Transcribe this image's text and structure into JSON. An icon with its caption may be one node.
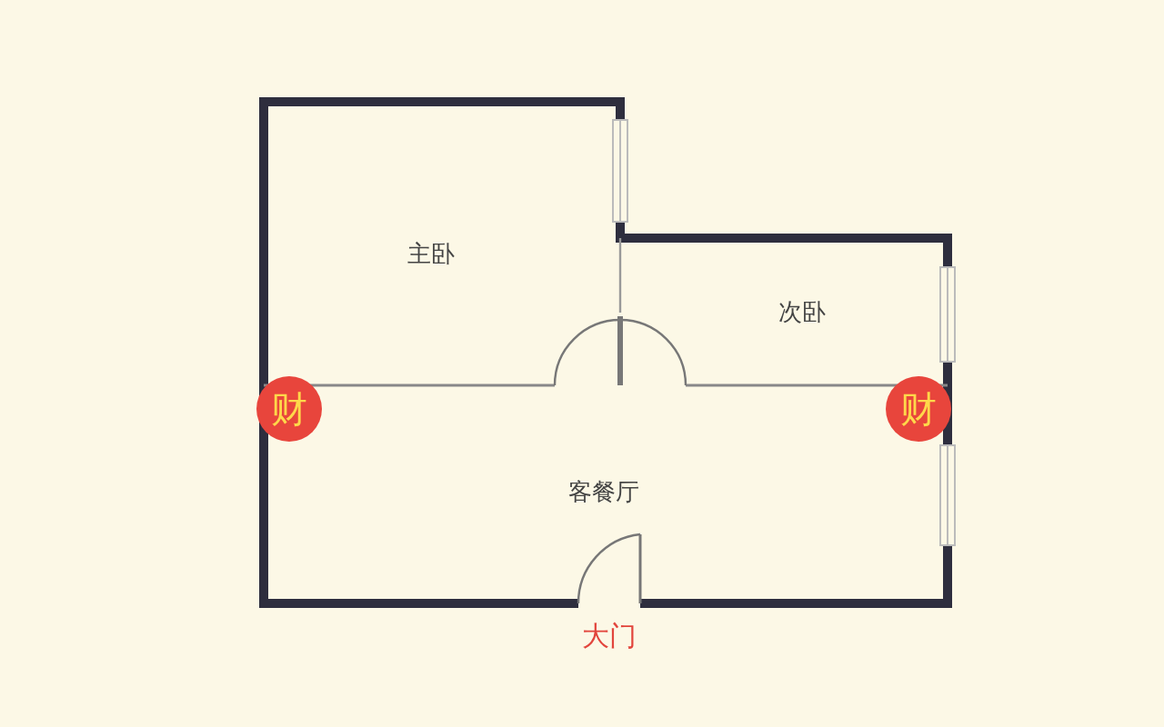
{
  "diagram": {
    "labels": [
      "主卧",
      "次卧",
      "财",
      "财",
      "客餐厅",
      "大门"
    ]
  }
}
